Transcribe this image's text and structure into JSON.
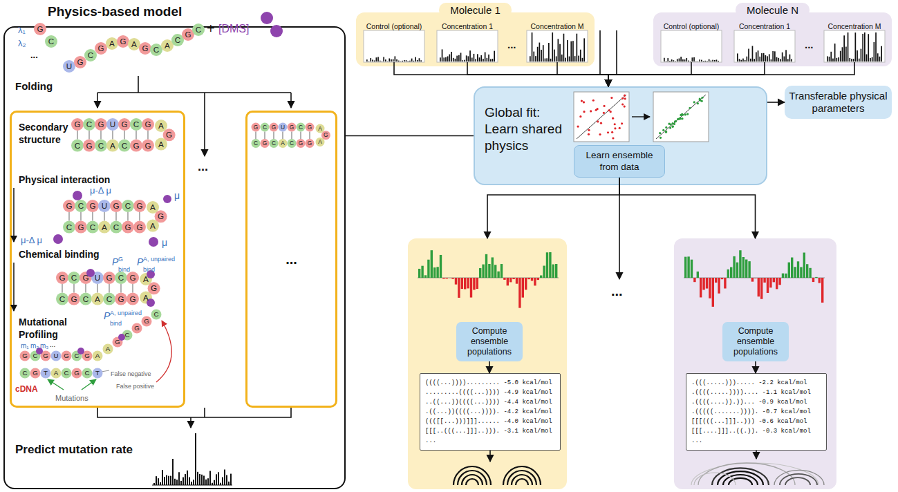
{
  "diagram": {
    "nodes": [
      {
        "text": [
          "Physics-based model"
        ]
      },
      {
        "text": [
          "Secondary structure",
          "Physical interaction",
          "Chemical binding",
          "Mutational Profiling"
        ],
        "in": 0
      },
      {
        "text": [
          "..."
        ],
        "in": 0
      },
      {
        "text": [
          "Molecule 1"
        ]
      },
      {
        "text": [
          "Control (optional)"
        ],
        "in": 3
      },
      {
        "text": [
          "Concentration 1"
        ],
        "in": 3
      },
      {
        "text": [
          "Concentration M"
        ],
        "in": 3
      },
      {
        "text": [
          "Molecule N"
        ]
      },
      {
        "text": [
          "Control (optional)"
        ],
        "in": 7
      },
      {
        "text": [
          "Concentration 1"
        ],
        "in": 7
      },
      {
        "text": [
          "Concentration M"
        ],
        "in": 7
      },
      {
        "text": [
          "Global fit: Learn shared physics"
        ]
      },
      {
        "text": [
          "Learn ensemble from data"
        ],
        "in": 11
      },
      {
        "text": [
          "Transferable physical parameters"
        ]
      },
      {
        "text": []
      },
      {
        "text": [
          "Compute ensemble populations"
        ],
        "in": 14
      },
      {
        "text": [
          "((((...))))......... -5.0 kcal/mol",
          ".........((((...)))) -4.9 kcal/mol",
          "..((...))((((...)))) -4.4 kcal/mol",
          ".((...))((((...)))). -4.2 kcal/mol",
          "((([[...)))]]]...... -4.0 kcal/mol",
          "[[[..(((...]]]..))). -3.1 kcal/mol",
          "..."
        ],
        "in": 14
      },
      {
        "text": []
      },
      {
        "text": [
          "Compute ensemble populations"
        ],
        "in": 17
      },
      {
        "text": [
          ".(((.....)))..... -2.2 kcal/mol",
          ".((((.....)))).... -1.1 kcal/mol",
          ".((((....)).))... -0.9 kcal/mol",
          ".(((((.......)))). -0.7 kcal/mol",
          "[[[(((...]]]..))) -0.6 kcal/mol",
          "[[[....]]]..((.)). -0.3 kcal/mol",
          "..."
        ],
        "in": 17
      }
    ],
    "edges": [
      {
        "from": 0,
        "to": 11,
        "arrow": "none"
      },
      {
        "from": 4,
        "to": 11,
        "arrow": "to"
      },
      {
        "from": 5,
        "to": 11,
        "arrow": "to"
      },
      {
        "from": 6,
        "to": 11,
        "arrow": "to"
      },
      {
        "from": 8,
        "to": 11,
        "arrow": "to"
      },
      {
        "from": 9,
        "to": 11,
        "arrow": "to"
      },
      {
        "from": 10,
        "to": 11,
        "arrow": "to"
      },
      {
        "from": 11,
        "to": 13,
        "arrow": "to"
      },
      {
        "from": 12,
        "to": 14,
        "arrow": "to"
      },
      {
        "from": 12,
        "to": 17,
        "arrow": "to"
      },
      {
        "from": 15,
        "to": 16,
        "arrow": "to"
      },
      {
        "from": 18,
        "to": 19,
        "arrow": "to"
      }
    ],
    "labels": [
      "λ₁",
      "λ₂",
      "...",
      "G",
      "C",
      "U",
      "G",
      "C",
      "G",
      "A",
      "G",
      "A",
      "G",
      "C",
      "A",
      "C",
      "G",
      "C",
      "+",
      "[DMS]",
      "Folding",
      "...",
      "G",
      "C",
      "G",
      "U",
      "G",
      "C",
      "G",
      "A",
      "G",
      "A",
      "C",
      "G",
      "C",
      "A",
      "C",
      "G",
      "G",
      "G",
      "C",
      "G",
      "U",
      "G",
      "C",
      "G",
      "A",
      "G",
      "A",
      "C",
      "G",
      "C",
      "A",
      "C",
      "G",
      "G",
      "μ-Δ μ",
      "μ",
      "μ-Δ μ",
      "μ",
      "G",
      "C",
      "G",
      "U",
      "G",
      "C",
      "G",
      "A",
      "G",
      "A",
      "C",
      "G",
      "C",
      "A",
      "C",
      "G",
      "G",
      "P",
      "bind",
      "G",
      "P",
      "bind",
      "A, unpaired",
      "P",
      "bind",
      "A, unpaired",
      "m₁",
      "m₂",
      "m₃",
      "...",
      "G",
      "C",
      "G",
      "U",
      "G",
      "C",
      "G",
      "A",
      "A",
      "G",
      "C",
      "G",
      "G",
      "C",
      "C",
      "G",
      "T",
      "A",
      "C",
      "G",
      "C",
      "T",
      "cDNA",
      "Mutations",
      "False negative",
      "False positive",
      "G",
      "C",
      "G",
      "U",
      "G",
      "C",
      "G",
      "A",
      "G",
      "A",
      "C",
      "G",
      "C",
      "A",
      "C",
      "G",
      "G",
      "Predict mutation rate",
      "...",
      "...",
      "..."
    ]
  }
}
